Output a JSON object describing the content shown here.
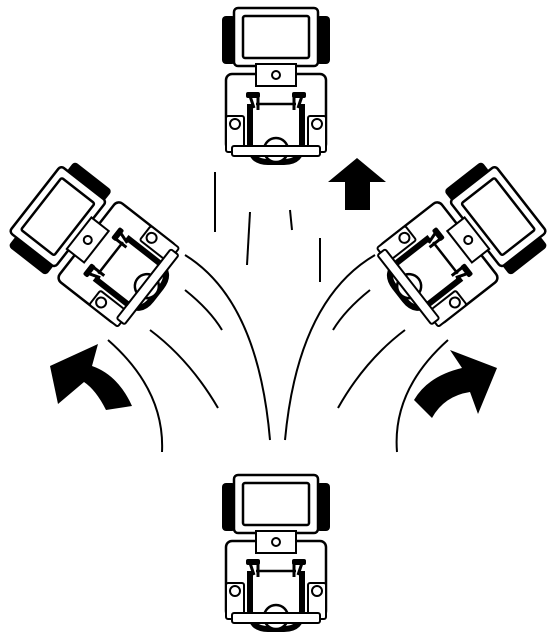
{
  "diagram": {
    "colors": {
      "ink": "#000000",
      "paper": "#ffffff"
    },
    "mowers": [
      {
        "id": "forward",
        "direction": "forward"
      },
      {
        "id": "left",
        "direction": "left"
      },
      {
        "id": "right",
        "direction": "right"
      },
      {
        "id": "start",
        "direction": "start"
      }
    ],
    "arrows": [
      {
        "id": "forward",
        "icon": "up-arrow-icon"
      },
      {
        "id": "left",
        "icon": "curved-arrow-left-icon"
      },
      {
        "id": "right",
        "icon": "curved-arrow-right-icon"
      }
    ]
  }
}
